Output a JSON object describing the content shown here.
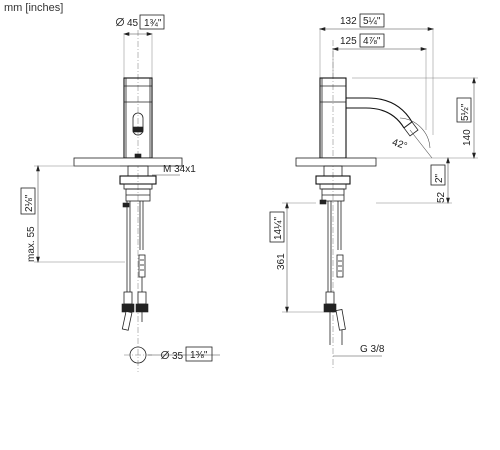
{
  "units_label": "mm [inches]",
  "front_view": {
    "top_diameter": {
      "value": "45",
      "inches": "1¾\""
    },
    "thread": "M 34x1",
    "max_thickness": {
      "value": "max. 55",
      "inches": "2⅛\""
    },
    "hole_diameter": {
      "value": "35",
      "inches": "1⅜\""
    }
  },
  "side_view": {
    "overall_reach": {
      "value": "132",
      "inches": "5¼\""
    },
    "spout_reach": {
      "value": "125",
      "inches": "4⅞\""
    },
    "spout_height": {
      "value": "140",
      "inches": "5½\""
    },
    "body_height": {
      "value": "52",
      "inches": "2\""
    },
    "hose_length": {
      "value": "361",
      "inches": "14¼\""
    },
    "spout_angle": "42°",
    "connection": "G 3/8"
  },
  "symbols": {
    "diameter": "⌀"
  }
}
